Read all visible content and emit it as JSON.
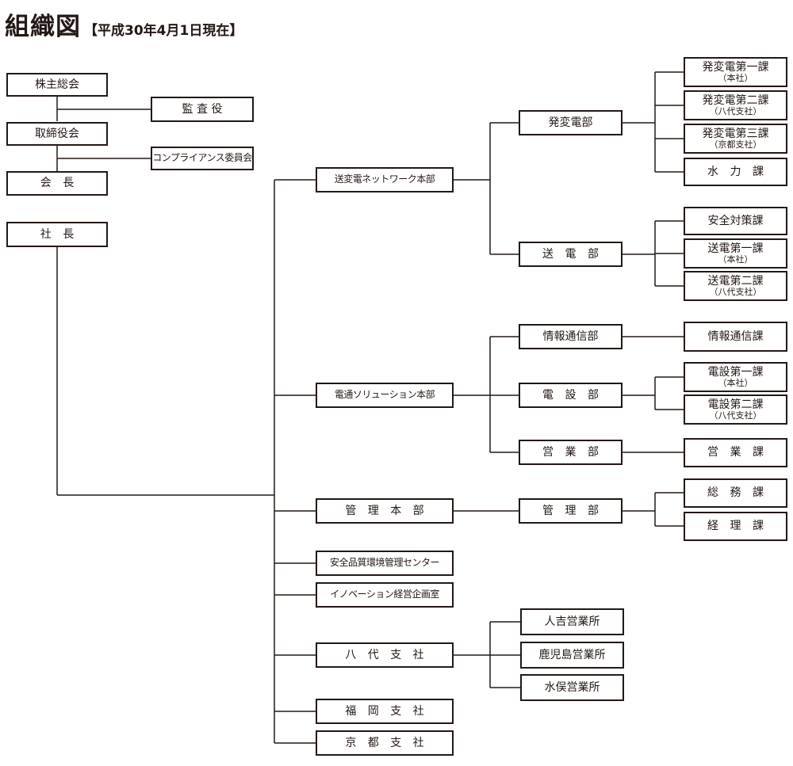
{
  "title": {
    "main": "組織図",
    "sub": "【平成30年4月1日現在】"
  },
  "boxes": {
    "kabunushi": {
      "name": "株主総会"
    },
    "kansayaku": {
      "name": "監 査 役"
    },
    "torishimari": {
      "name": "取締役会"
    },
    "compliance": {
      "name": "コンプライアンス委員会"
    },
    "kaicho": {
      "name": "会 長"
    },
    "shacho": {
      "name": "社 長"
    },
    "soden_network": {
      "name": "送変電ネットワーク本部"
    },
    "hatsuhenden_bu": {
      "name": "発変電部"
    },
    "hatsuhenden_1": {
      "name": "発変電第一課",
      "note": "（本社）"
    },
    "hatsuhenden_2": {
      "name": "発変電第二課",
      "note": "（八代支社）"
    },
    "hatsuhenden_3": {
      "name": "発変電第三課",
      "note": "（京都支社）"
    },
    "suiryoku": {
      "name": "水 力 課"
    },
    "soden_bu": {
      "name": "送 電 部"
    },
    "anzen_taisaku": {
      "name": "安全対策課"
    },
    "soden_1": {
      "name": "送電第一課",
      "note": "（本社）"
    },
    "soden_2": {
      "name": "送電第二課",
      "note": "（八代支社）"
    },
    "dentsu_solution": {
      "name": "電通ソリューション本部"
    },
    "joho_tsushin_bu": {
      "name": "情報通信部"
    },
    "joho_tsushin_ka": {
      "name": "情報通信課"
    },
    "densetsu_bu": {
      "name": "電 設 部"
    },
    "densetsu_1": {
      "name": "電設第一課",
      "note": "（本社）"
    },
    "densetsu_2": {
      "name": "電設第二課",
      "note": "（八代支社）"
    },
    "eigyo_bu": {
      "name": "営 業 部"
    },
    "eigyo_ka": {
      "name": "営 業 課"
    },
    "kanri_honbu": {
      "name": "管 理 本 部"
    },
    "kanri_bu": {
      "name": "管 理 部"
    },
    "somu": {
      "name": "総 務 課"
    },
    "keiri": {
      "name": "経 理 課"
    },
    "anzen_center": {
      "name": "安全品質環境管理センター"
    },
    "innovation": {
      "name": "イノベーション経営企画室"
    },
    "yatsushiro": {
      "name": "八 代 支 社"
    },
    "hitoyoshi": {
      "name": "人吉営業所"
    },
    "kagoshima": {
      "name": "鹿児島営業所"
    },
    "minamata": {
      "name": "水俣営業所"
    },
    "fukuoka": {
      "name": "福 岡 支 社"
    },
    "kyoto": {
      "name": "京 都 支 社"
    }
  },
  "style": {
    "line_color": "#231815",
    "box_border": "#231815",
    "background": "#ffffff"
  }
}
